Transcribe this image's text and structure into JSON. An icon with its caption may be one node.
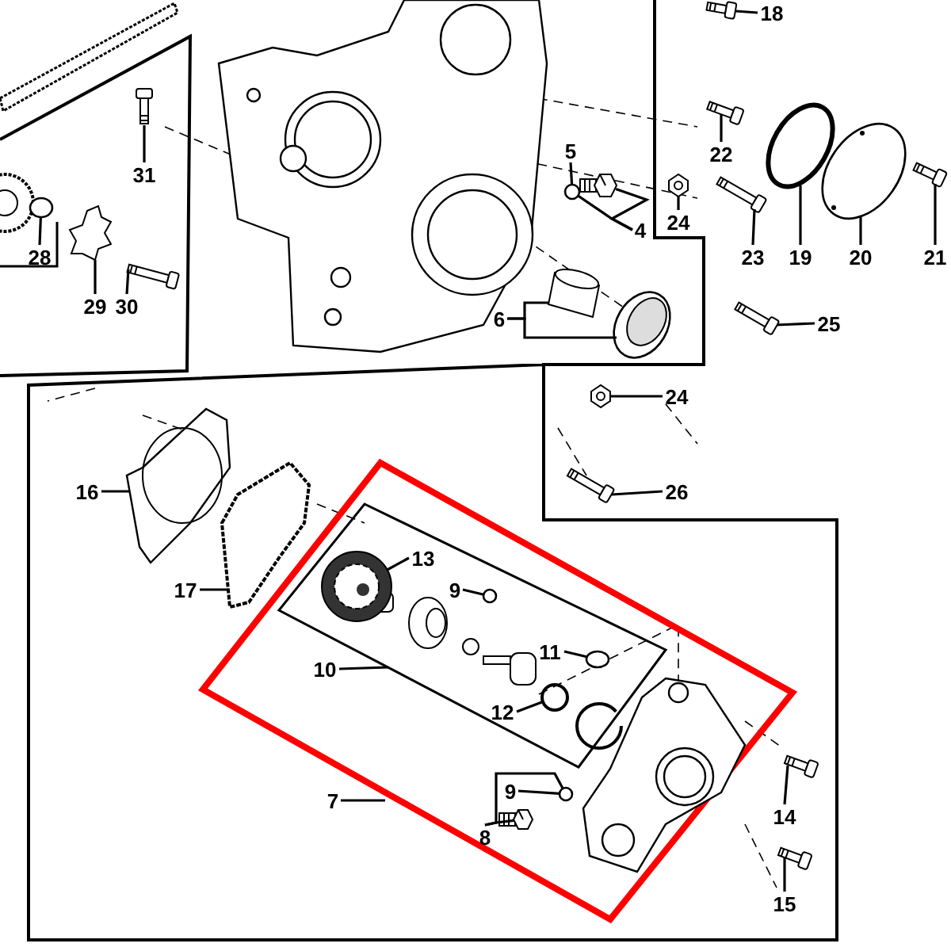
{
  "diagram": {
    "nodes": [
      {
        "text": [
          "18"
        ]
      },
      {
        "text": [
          "5"
        ]
      },
      {
        "text": [
          "22"
        ]
      },
      {
        "text": [
          "31"
        ]
      },
      {
        "text": [
          "24"
        ]
      },
      {
        "text": [
          "4"
        ]
      },
      {
        "text": [
          "28"
        ]
      },
      {
        "text": [
          "23"
        ]
      },
      {
        "text": [
          "19"
        ]
      },
      {
        "text": [
          "20"
        ]
      },
      {
        "text": [
          "21"
        ]
      },
      {
        "text": [
          "29"
        ]
      },
      {
        "text": [
          "30"
        ]
      },
      {
        "text": [
          "6"
        ]
      },
      {
        "text": [
          "25"
        ]
      },
      {
        "text": [
          "24"
        ]
      },
      {
        "text": [
          "16"
        ]
      },
      {
        "text": [
          "26"
        ]
      },
      {
        "text": [
          "13"
        ],
        "in": 48
      },
      {
        "text": [
          "17"
        ]
      },
      {
        "text": [
          "9"
        ],
        "in": 48
      },
      {
        "text": [
          "11"
        ],
        "in": 48
      },
      {
        "text": [
          "10"
        ]
      },
      {
        "text": [
          "12"
        ],
        "in": 48
      },
      {
        "text": [
          "9"
        ]
      },
      {
        "text": [
          "7"
        ]
      },
      {
        "text": [
          "14"
        ]
      },
      {
        "text": [
          "8"
        ]
      },
      {
        "text": [
          "15"
        ]
      },
      {
        "text": [],
        "shape": "picture"
      },
      {
        "text": [],
        "shape": "circle"
      },
      {
        "text": [],
        "shape": "picture"
      },
      {
        "text": [],
        "shape": "picture"
      },
      {
        "text": [],
        "shape": "picture"
      },
      {
        "text": [],
        "shape": "picture"
      },
      {
        "text": [],
        "shape": "circle"
      },
      {
        "text": [],
        "shape": "picture"
      },
      {
        "text": [],
        "shape": "picture"
      },
      {
        "text": [],
        "shape": "picture"
      },
      {
        "text": [],
        "shape": "picture"
      },
      {
        "text": [],
        "shape": "picture"
      },
      {
        "text": [],
        "shape": "picture"
      },
      {
        "text": [],
        "shape": "picture"
      },
      {
        "text": [],
        "shape": "picture"
      },
      {
        "text": [],
        "shape": "picture"
      },
      {
        "text": [],
        "shape": "picture"
      },
      {
        "text": [],
        "shape": "picture"
      },
      {
        "text": [],
        "shape": "picture"
      },
      {
        "text": [],
        "shape": "box"
      },
      {
        "text": [],
        "shape": "picture",
        "in": 48
      },
      {
        "text": [],
        "shape": "picture"
      },
      {
        "text": [],
        "shape": "circle",
        "in": 48
      },
      {
        "text": [],
        "shape": "circle",
        "in": 48
      },
      {
        "text": [],
        "shape": "circle",
        "in": 48
      },
      {
        "text": [],
        "shape": "circle"
      },
      {
        "text": [],
        "shape": "picture"
      },
      {
        "text": [],
        "shape": "picture"
      },
      {
        "text": [],
        "shape": "picture"
      },
      {
        "text": [],
        "shape": "picture"
      }
    ],
    "edges": [
      {
        "from": 0,
        "to": 29,
        "arrow": "none"
      },
      {
        "from": 1,
        "to": 30,
        "arrow": "none"
      },
      {
        "from": 2,
        "to": 31,
        "arrow": "none"
      },
      {
        "from": 3,
        "to": 32,
        "arrow": "none"
      },
      {
        "from": 4,
        "to": 33,
        "arrow": "none"
      },
      {
        "from": 5,
        "to": 34,
        "arrow": "none"
      },
      {
        "from": 5,
        "to": 30,
        "arrow": "none"
      },
      {
        "from": 6,
        "to": 35,
        "arrow": "none"
      },
      {
        "from": 7,
        "to": 36,
        "arrow": "none"
      },
      {
        "from": 8,
        "to": 37,
        "arrow": "none"
      },
      {
        "from": 9,
        "to": 38,
        "arrow": "none"
      },
      {
        "from": 10,
        "to": 39,
        "arrow": "none"
      },
      {
        "from": 11,
        "to": 40,
        "arrow": "none"
      },
      {
        "from": 12,
        "to": 41,
        "arrow": "none"
      },
      {
        "from": 13,
        "to": 42,
        "arrow": "none"
      },
      {
        "from": 13,
        "to": 43,
        "arrow": "none"
      },
      {
        "from": 14,
        "to": 44,
        "arrow": "none"
      },
      {
        "from": 15,
        "to": 45,
        "arrow": "none"
      },
      {
        "from": 16,
        "to": 46,
        "arrow": "none"
      },
      {
        "from": 17,
        "to": 47,
        "arrow": "none"
      },
      {
        "from": 18,
        "to": 49,
        "arrow": "none"
      },
      {
        "from": 19,
        "to": 50,
        "arrow": "none"
      },
      {
        "from": 20,
        "to": 51,
        "arrow": "none"
      },
      {
        "from": 21,
        "to": 52,
        "arrow": "none"
      },
      {
        "from": 22,
        "to": 48,
        "arrow": "none"
      },
      {
        "from": 23,
        "to": 53,
        "arrow": "none"
      },
      {
        "from": 24,
        "to": 54,
        "arrow": "none"
      },
      {
        "from": 25,
        "to": null,
        "arrow": "none"
      },
      {
        "from": 26,
        "to": 56,
        "arrow": "none"
      },
      {
        "from": 27,
        "to": 54,
        "arrow": "none"
      },
      {
        "from": 27,
        "to": 55,
        "arrow": "none"
      },
      {
        "from": 28,
        "to": 57,
        "arrow": "none"
      }
    ]
  }
}
